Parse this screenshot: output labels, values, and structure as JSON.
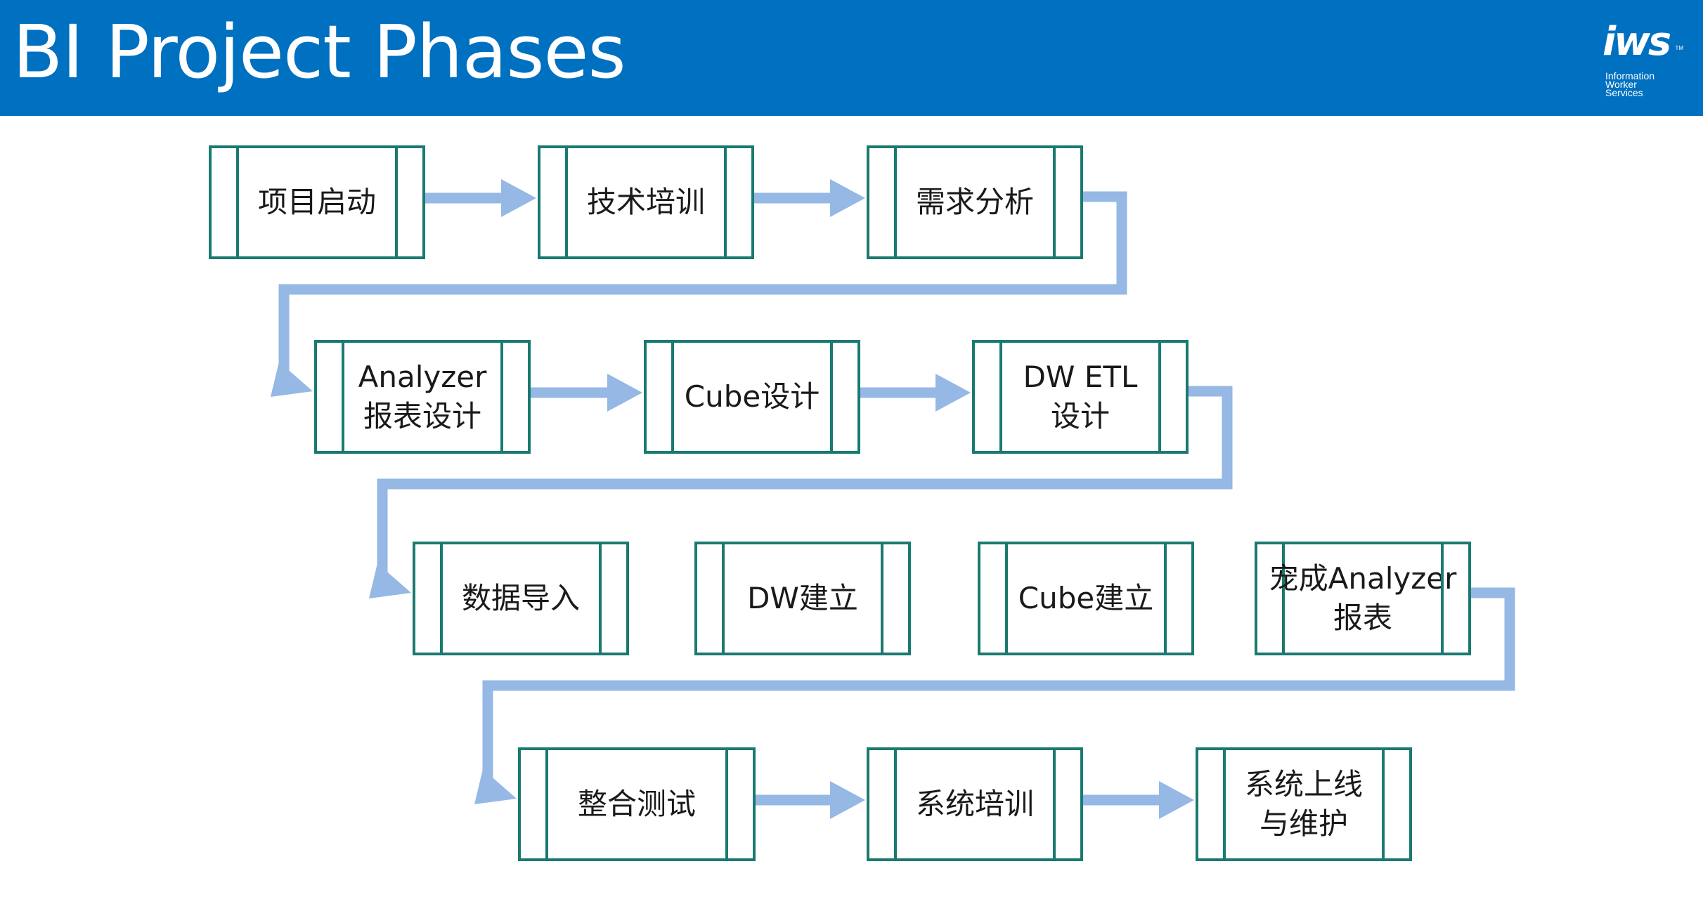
{
  "slide": {
    "title": "BI Project Phases"
  },
  "logo": {
    "mark": "iws",
    "lines": [
      "Information",
      "Worker",
      "Services"
    ],
    "tm": "TM"
  },
  "colors": {
    "header": "#0070c0",
    "box_border": "#1a7a70",
    "arrow": "#95b8e4",
    "text": "#1a1a1a"
  },
  "flow": {
    "steps": [
      {
        "id": "kickoff",
        "label": "项目启动"
      },
      {
        "id": "tech-training",
        "label": "技术培训"
      },
      {
        "id": "requirements",
        "label": "需求分析"
      },
      {
        "id": "analyzer-report-design",
        "label": "Analyzer\n报表设计"
      },
      {
        "id": "cube-design",
        "label": "Cube设计"
      },
      {
        "id": "dw-etl-design",
        "label": "DW ETL\n设计"
      },
      {
        "id": "data-import",
        "label": "数据导入"
      },
      {
        "id": "dw-build",
        "label": "DW建立"
      },
      {
        "id": "cube-build",
        "label": "Cube建立"
      },
      {
        "id": "analyzer-report-complete",
        "label": "宠成Analyzer\n报表"
      },
      {
        "id": "integration-test",
        "label": "整合测试"
      },
      {
        "id": "system-training",
        "label": "系统培训"
      },
      {
        "id": "go-live",
        "label": "系统上线\n与维护"
      }
    ],
    "connections": [
      {
        "from": "kickoff",
        "to": "tech-training"
      },
      {
        "from": "tech-training",
        "to": "requirements"
      },
      {
        "from": "requirements",
        "to": "analyzer-report-design"
      },
      {
        "from": "analyzer-report-design",
        "to": "cube-design"
      },
      {
        "from": "cube-design",
        "to": "dw-etl-design"
      },
      {
        "from": "dw-etl-design",
        "to": "data-import"
      },
      {
        "from": "analyzer-report-complete",
        "to": "integration-test"
      },
      {
        "from": "integration-test",
        "to": "system-training"
      },
      {
        "from": "system-training",
        "to": "go-live"
      }
    ]
  }
}
